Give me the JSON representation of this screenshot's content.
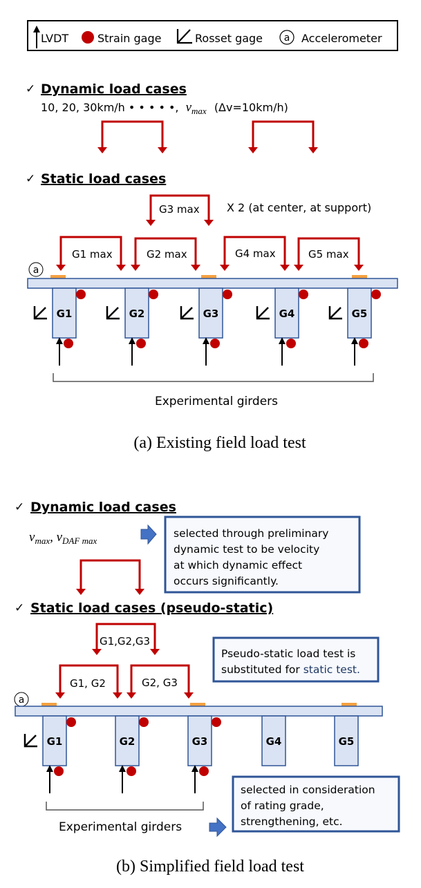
{
  "legend": {
    "lvdt": "LVDT",
    "strain": "Strain gage",
    "rosset": "Rosset gage",
    "accel_symbol": "a",
    "accel": "Accelerometer"
  },
  "colors": {
    "load_arrow": "#c00000",
    "deck_fill": "#dae3f3",
    "outline": "#2f5597",
    "strain_dot": "#c00000",
    "pad": "#f4a040",
    "callout_arrow": "#4472c4"
  },
  "a": {
    "check": "✓",
    "dynamic_heading": "Dynamic load cases",
    "speeds": "10, 20, 30km/h • • • • •,",
    "vmax": "v",
    "vmax_sub": "max",
    "delta": "(Δv=10km/h)",
    "static_heading": "Static load cases",
    "g3_label": "G3 max",
    "repeat_note": "X 2 (at center, at support)",
    "load_labels": [
      "G1 max",
      "G2 max",
      "G4 max",
      "G5 max"
    ],
    "girders": [
      "G1",
      "G2",
      "G3",
      "G4",
      "G5"
    ],
    "bracket_label": "Experimental girders",
    "caption": "(a) Existing field load test"
  },
  "b": {
    "dynamic_heading": "Dynamic load cases",
    "speeds": "v",
    "speeds_sub1": "max",
    "speeds_sep": ", v",
    "speeds_sub2": "DAF max",
    "dyn_note": [
      "selected through preliminary",
      "dynamic test to be velocity",
      "at which dynamic effect",
      "occurs significantly."
    ],
    "static_heading": "Static load cases (pseudo-static)",
    "top_label": "G1,G2,G3",
    "load_labels": [
      "G1, G2",
      "G2, G3"
    ],
    "pseudo_note_1": "Pseudo-static load test is",
    "pseudo_note_2a": "substituted for ",
    "pseudo_note_2b": "static test.",
    "girders": [
      "G1",
      "G2",
      "G3",
      "G4",
      "G5"
    ],
    "bracket_label": "Experimental girders",
    "girder_note": [
      "selected in consideration",
      "of rating grade,",
      "strengthening, etc."
    ],
    "caption": "(b) Simplified field load test"
  }
}
